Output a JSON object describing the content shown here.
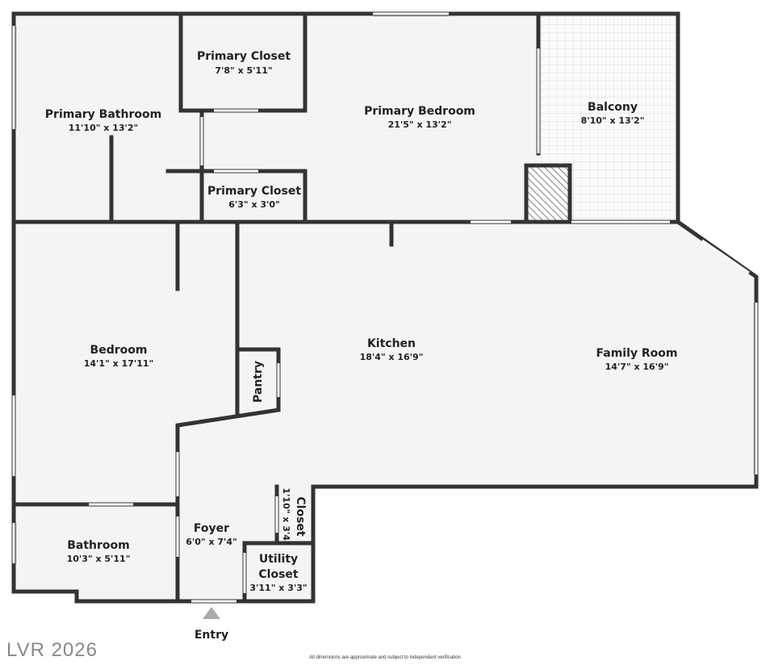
{
  "rooms": [
    {
      "name": "Primary Closet",
      "dims": "7'8\" x 5'11\""
    },
    {
      "name": "Primary Bathroom",
      "dims": "11'10\" x 13'2\""
    },
    {
      "name": "Primary Bedroom",
      "dims": "21'5\" x 13'2\""
    },
    {
      "name": "Balcony",
      "dims": "8'10\" x 13'2\""
    },
    {
      "name": "Primary Closet",
      "dims": "6'3\" x 3'0\""
    },
    {
      "name": "Bedroom",
      "dims": "14'1\" x 17'11\""
    },
    {
      "name": "Kitchen",
      "dims": "18'4\" x 16'9\""
    },
    {
      "name": "Family Room",
      "dims": "14'7\" x 16'9\""
    },
    {
      "name": "Pantry",
      "dims": ""
    },
    {
      "name": "Closet",
      "dims": "1'10\" x 3'4\""
    },
    {
      "name": "Foyer",
      "dims": "6'0\" x 7'4\""
    },
    {
      "name": "Bathroom",
      "dims": "10'3\" x 5'11\""
    },
    {
      "name": "Utility",
      "name2": "Closet",
      "dims": "3'11\" x 3'3\""
    }
  ],
  "entry_label": "Entry",
  "watermark": "LVR 2026",
  "disclaimer": "All dimensions are approximate and subject to independent verification",
  "colors": {
    "wall": "#333333",
    "floor": "#f4f4f4"
  }
}
